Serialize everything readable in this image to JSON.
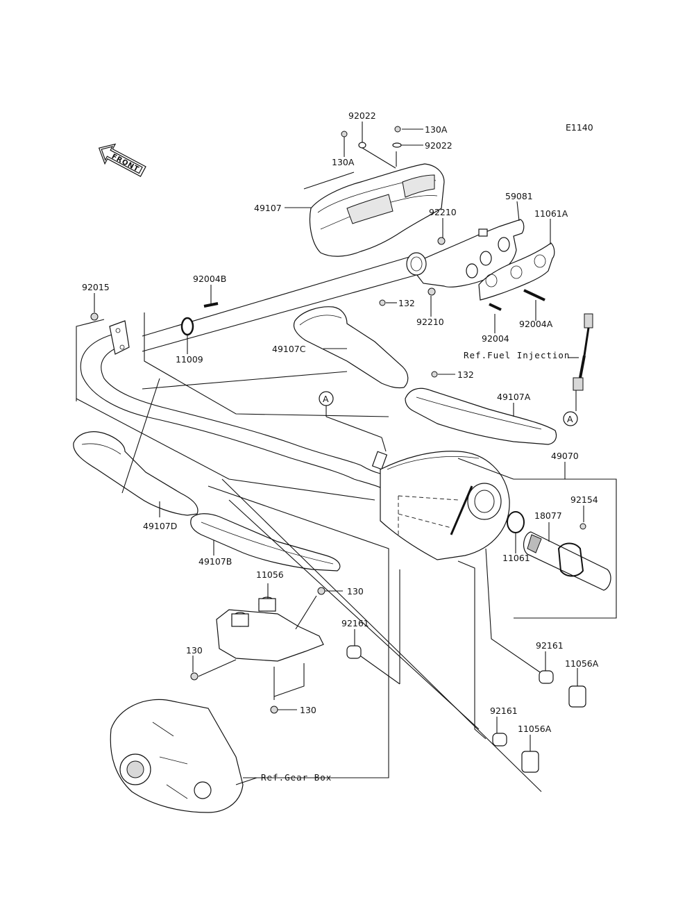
{
  "diagram": {
    "code": "E1140",
    "front_label": "FRONT",
    "parts": {
      "p92022_top": "92022",
      "p130A_right": "130A",
      "p92022_right": "92022",
      "p130A_left": "130A",
      "p49107": "49107",
      "p59081": "59081",
      "p11061A": "11061A",
      "p92210_top": "92210",
      "p92210_bottom": "92210",
      "p92004": "92004",
      "p92004A": "92004A",
      "p92015": "92015",
      "p92004B": "92004B",
      "p11009": "11009",
      "p132_top": "132",
      "p49107C": "49107C",
      "p132_mid": "132",
      "p49107A": "49107A",
      "p49070": "49070",
      "p92154": "92154",
      "p18077": "18077",
      "p11061": "11061",
      "p49107D": "49107D",
      "p49107B": "49107B",
      "p11056": "11056",
      "p130_top": "130",
      "p92161_a": "92161",
      "p130_left": "130",
      "p130_bottom": "130",
      "p92161_b": "92161",
      "p11056A_a": "11056A",
      "p92161_c": "92161",
      "p11056A_b": "11056A"
    },
    "references": {
      "fuel_injection": "Ref.Fuel Injection",
      "gear_box": "Ref.Gear Box"
    },
    "callouts": {
      "a_left": "A",
      "a_right": "A"
    }
  }
}
